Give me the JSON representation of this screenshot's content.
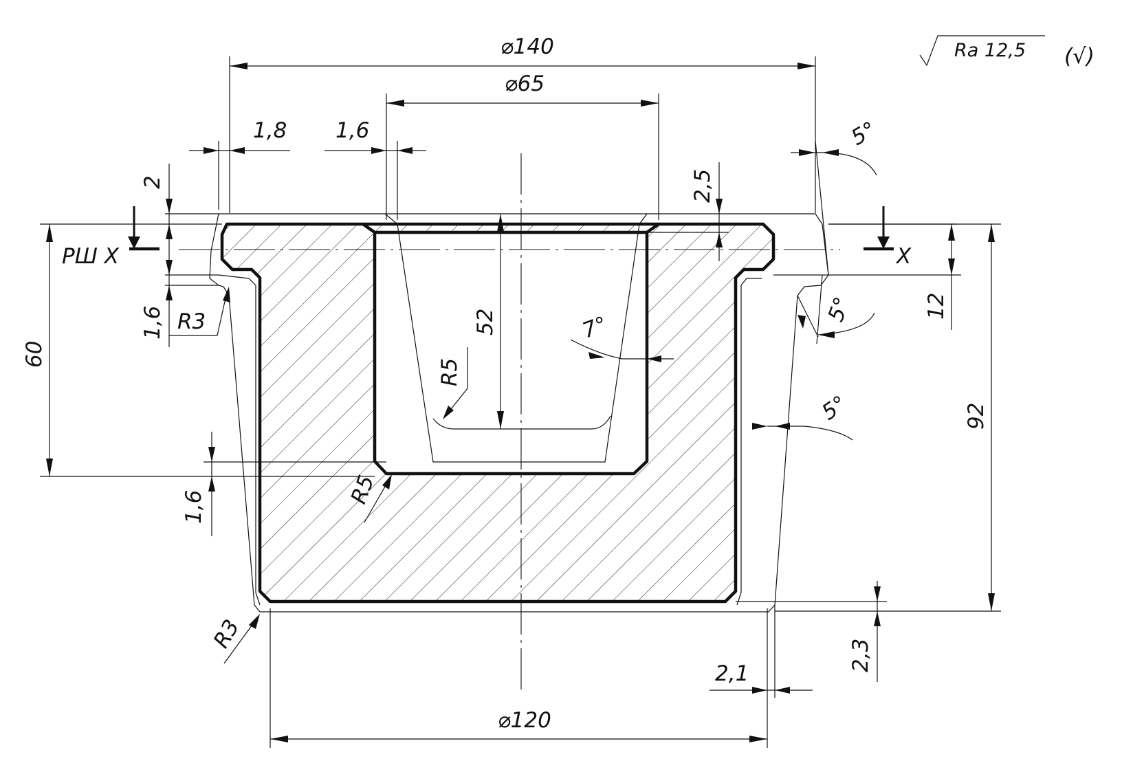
{
  "roughness": {
    "value": "Ra 12,5",
    "suffix": "(√)"
  },
  "section": {
    "label": "РШ  X",
    "right_label": "X"
  },
  "dimensions": {
    "d_outer": "⌀140",
    "d_bore": "⌀65",
    "d_body": "⌀120",
    "allow_left_top": "1,8",
    "allow_bore_top": "1,6",
    "allow_top": "2",
    "allow_flange_under": "1,6",
    "allow_bore_bottom": "1,6",
    "allow_top_right": "2,5",
    "allow_bottom": "2,3",
    "allow_side_right": "2,1",
    "h_flange_block": "60",
    "h_bore": "52",
    "h_flange": "12",
    "h_total": "92",
    "radius_flange": "R3",
    "radius_bore_bottom": "R5",
    "radius_cavity": "R5",
    "radius_bottom": "R3",
    "draft_top_right": "5°",
    "draft_flange_right": "5°",
    "draft_body_right": "5°",
    "draft_cavity": "7°"
  }
}
